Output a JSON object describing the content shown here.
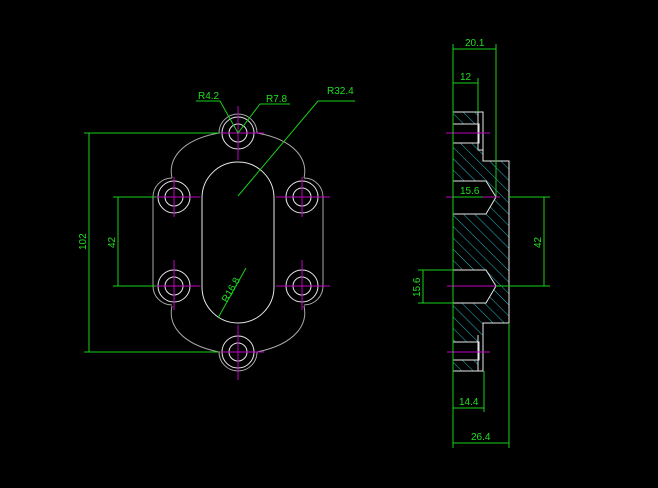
{
  "front_view": {
    "labels": {
      "r_small": "R4.2",
      "r_boss": "R7.8",
      "r_outer": "R32.4",
      "r_slot": "R16.8",
      "height": "102",
      "spacing": "42"
    }
  },
  "side_view": {
    "labels": {
      "depth_total_top": "20.1",
      "cbore_depth": "12",
      "hole_depth": "15.6",
      "spacing": "42",
      "hole_dia": "15.6",
      "bottom_depth": "14.4",
      "total_width": "26.4"
    }
  },
  "colors": {
    "background": "#000000",
    "dimension": "#18d018",
    "outline": "#e8e8e8",
    "centerline": "#c000c0",
    "hatch": "#20b8c8"
  }
}
